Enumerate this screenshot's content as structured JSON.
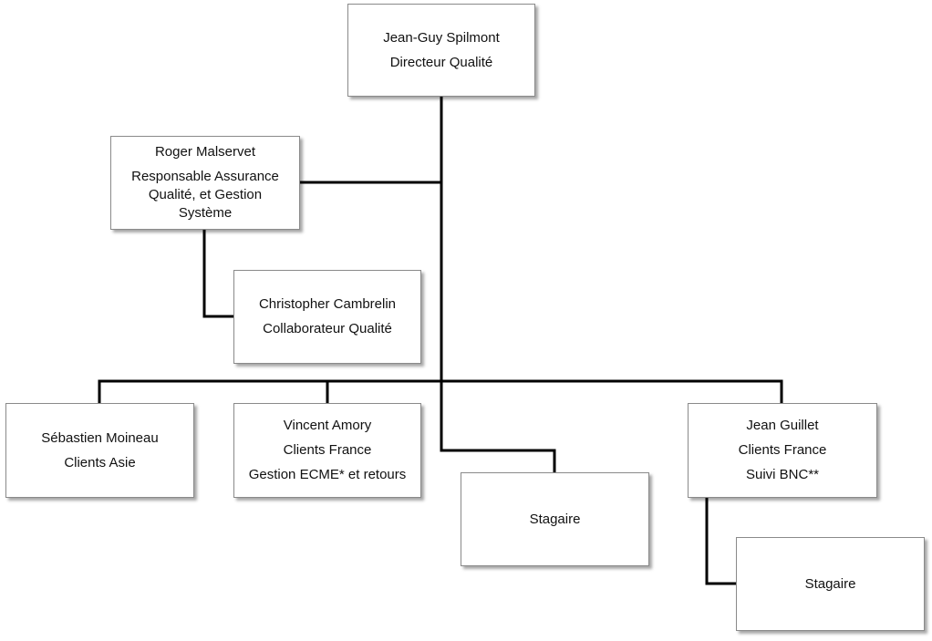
{
  "nodes": {
    "director": {
      "name": "Jean-Guy Spilmont",
      "role": "Directeur Qualité"
    },
    "qa_manager": {
      "name": "Roger Malservet",
      "role_lines": [
        "Responsable Assurance",
        "Qualité, et Gestion",
        "Système"
      ]
    },
    "quality_collaborator": {
      "name": "Christopher Cambrelin",
      "role": "Collaborateur Qualité"
    },
    "asia_clients": {
      "name": "Sébastien Moineau",
      "role": "Clients Asie"
    },
    "france_clients_amory": {
      "name": "Vincent Amory",
      "role": "Clients France",
      "detail": "Gestion ECME* et retours"
    },
    "intern_center": {
      "name": "Stagaire"
    },
    "france_clients_guillet": {
      "name": "Jean Guillet",
      "role": "Clients France",
      "detail": "Suivi BNC**"
    },
    "intern_right": {
      "name": "Stagaire"
    }
  },
  "colors": {
    "connector": "#000000",
    "box_border": "#8a8a8a",
    "box_fill": "#ffffff"
  }
}
